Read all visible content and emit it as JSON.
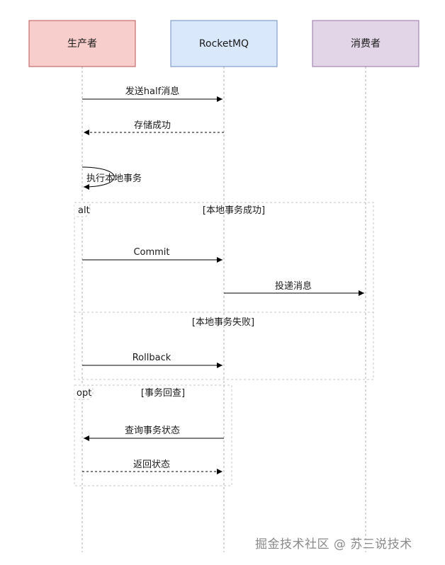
{
  "participants": [
    {
      "label": "生产者",
      "fill": "#f8cecc",
      "stroke": "#b85450"
    },
    {
      "label": "RocketMQ",
      "fill": "#dae8fc",
      "stroke": "#6c8ebf"
    },
    {
      "label": "消费者",
      "fill": "#e1d5e7",
      "stroke": "#9673a6"
    }
  ],
  "messages": [
    {
      "label": "发送half消息",
      "from": 0,
      "to": 1,
      "style": "solid"
    },
    {
      "label": "存储成功",
      "from": 1,
      "to": 0,
      "style": "dashed"
    },
    {
      "label": "执行本地事务",
      "from": 0,
      "to": 0,
      "style": "self"
    },
    {
      "label": "Commit",
      "from": 0,
      "to": 1,
      "style": "solid"
    },
    {
      "label": "投递消息",
      "from": 1,
      "to": 2,
      "style": "solid"
    },
    {
      "label": "Rollback",
      "from": 0,
      "to": 1,
      "style": "solid"
    },
    {
      "label": "查询事务状态",
      "from": 1,
      "to": 0,
      "style": "solid"
    },
    {
      "label": "返回状态",
      "from": 0,
      "to": 1,
      "style": "dashed"
    }
  ],
  "frames": [
    {
      "keyword": "alt",
      "guard": "[本地事务成功]",
      "else_guard": "[本地事务失败]"
    },
    {
      "keyword": "opt",
      "guard": "[事务回查]"
    }
  ],
  "colors": {
    "line": "#000000",
    "lifeline": "#b3b3b3",
    "frame": "#c8c8c8"
  },
  "watermark": "掘金技术社区 @ 苏三说技术"
}
